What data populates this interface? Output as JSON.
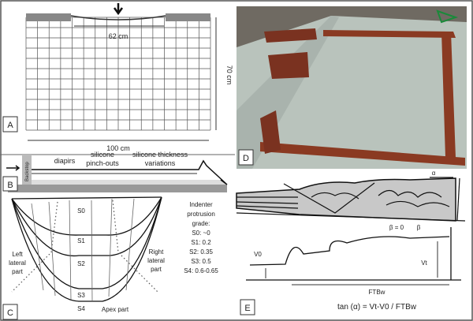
{
  "panels": {
    "a": {
      "label": "A",
      "width_label": "62 cm",
      "height_label": "70 cm",
      "length_label": "100 cm"
    },
    "b": {
      "label": "B",
      "backstop": "Backstop",
      "diapirs": "diapirs",
      "pinch_1": "silicone",
      "pinch_2": "pinch-outs",
      "thick_1": "silicone thickness",
      "thick_2": "variations"
    },
    "c": {
      "label": "C",
      "stages": [
        "S0",
        "S1",
        "S2",
        "S3",
        "S4"
      ],
      "left_1": "Left",
      "left_2": "lateral",
      "left_3": "part",
      "right_1": "Right",
      "right_2": "lateral",
      "right_3": "part",
      "apex": "Apex part",
      "legend_title": [
        "Indenter",
        "protrusion",
        "grade:"
      ],
      "legend": [
        "S0: ~0",
        "S1: 0.2",
        "S2: 0.35",
        "S3: 0.5",
        "S4: 0.6-0.65"
      ]
    },
    "d": {
      "label": "D"
    },
    "e": {
      "label": "E",
      "alpha": "α",
      "beta0": "β = 0",
      "beta": "β",
      "v0": "V0",
      "vt": "Vt",
      "ftbw": "FTBw",
      "formula": "tan (α) = Vt-V0 / FTBw"
    }
  },
  "colors": {
    "grey": "#9a9a9a",
    "fill": "#c8c8c8",
    "wood": "#8a3a22",
    "sand": "#b9c3bc"
  }
}
